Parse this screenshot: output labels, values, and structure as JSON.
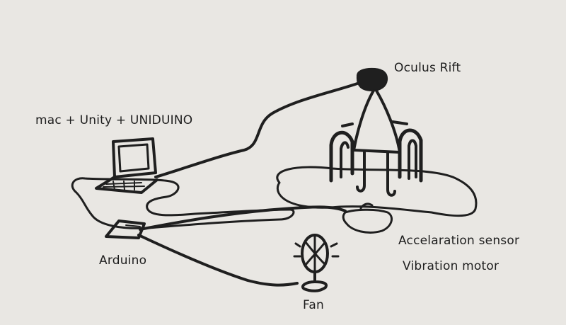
{
  "labels": {
    "oculus_rift": "Oculus Rift",
    "computer": "mac + Unity + UNIDUINO",
    "acceleration_sensor": "Accelaration sensor",
    "vibration_motor": "Vibration motor",
    "arduino": "Arduino",
    "fan": "Fan"
  },
  "colors": {
    "background": "#e9e7e3",
    "ink": "#1f1f1f"
  }
}
